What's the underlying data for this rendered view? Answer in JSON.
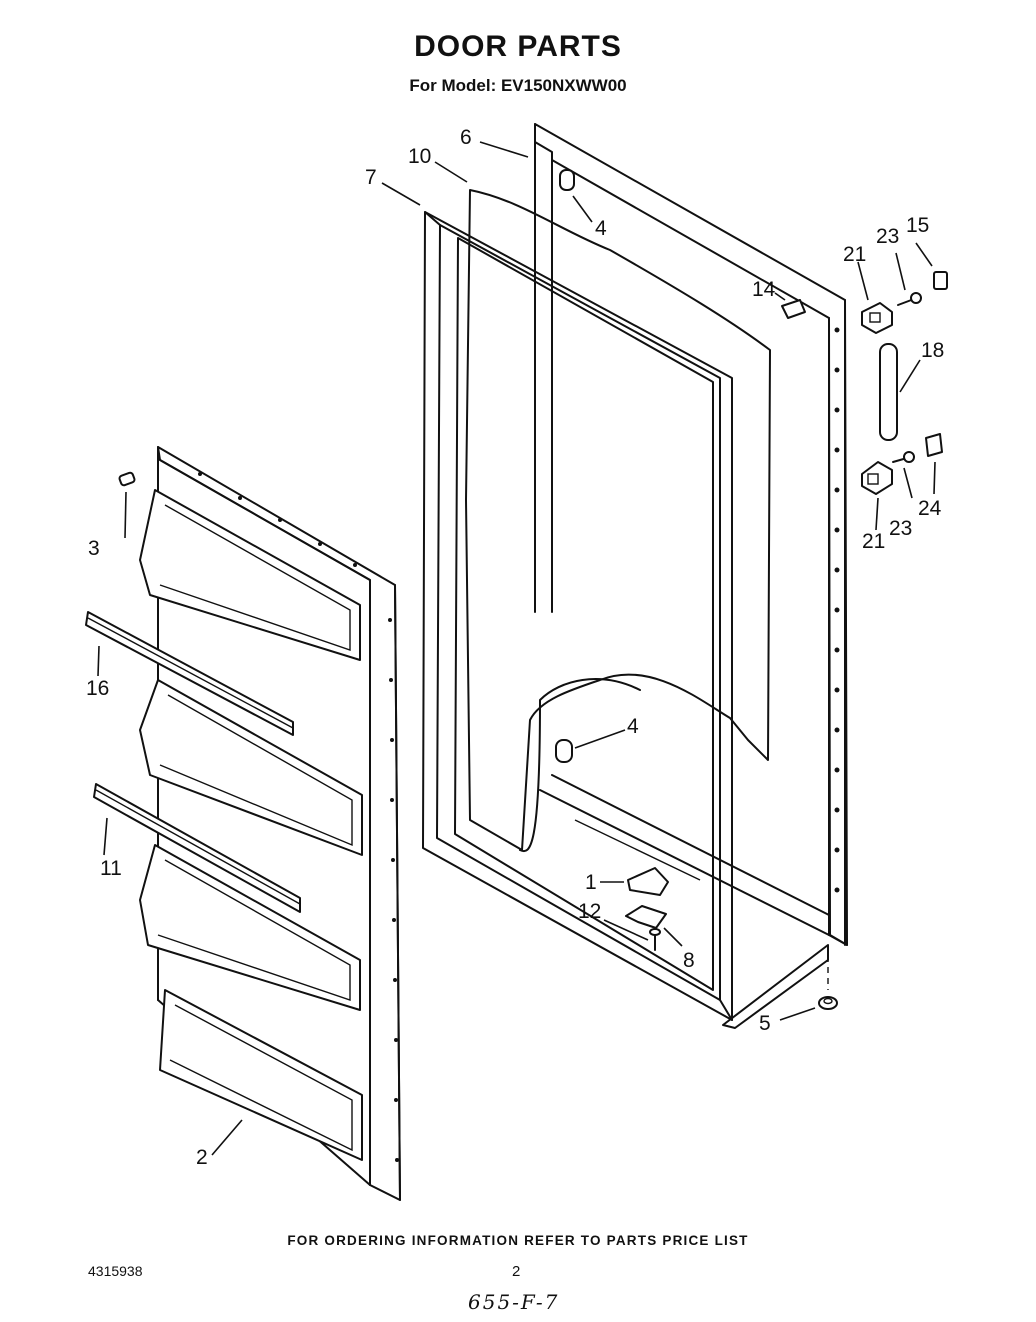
{
  "header": {
    "title": "DOOR PARTS",
    "subtitle": "For Model: EV150NXWW00"
  },
  "callouts": [
    {
      "id": "callout-1",
      "label": "1",
      "part": "part-1"
    },
    {
      "id": "callout-2",
      "label": "2",
      "part": "door-liner"
    },
    {
      "id": "callout-3",
      "label": "3",
      "part": "part-3"
    },
    {
      "id": "callout-4a",
      "label": "4",
      "part": "part-4-upper"
    },
    {
      "id": "callout-4b",
      "label": "4",
      "part": "part-4-lower"
    },
    {
      "id": "callout-5",
      "label": "5",
      "part": "part-5"
    },
    {
      "id": "callout-6",
      "label": "6",
      "part": "outer-door-panel"
    },
    {
      "id": "callout-7",
      "label": "7",
      "part": "door-gasket"
    },
    {
      "id": "callout-8",
      "label": "8",
      "part": "part-8"
    },
    {
      "id": "callout-10",
      "label": "10",
      "part": "foam-insulation"
    },
    {
      "id": "callout-11",
      "label": "11",
      "part": "shelf-bar-lower"
    },
    {
      "id": "callout-12",
      "label": "12",
      "part": "screw-12"
    },
    {
      "id": "callout-14",
      "label": "14",
      "part": "part-14"
    },
    {
      "id": "callout-15",
      "label": "15",
      "part": "part-15"
    },
    {
      "id": "callout-16",
      "label": "16",
      "part": "shelf-bar-upper"
    },
    {
      "id": "callout-18",
      "label": "18",
      "part": "handle-rod"
    },
    {
      "id": "callout-21a",
      "label": "21",
      "part": "handle-bracket-upper"
    },
    {
      "id": "callout-21b",
      "label": "21",
      "part": "handle-bracket-lower"
    },
    {
      "id": "callout-23a",
      "label": "23",
      "part": "screw-23-upper"
    },
    {
      "id": "callout-23b",
      "label": "23",
      "part": "screw-23-lower"
    },
    {
      "id": "callout-24",
      "label": "24",
      "part": "part-24"
    }
  ],
  "footer": {
    "ordering_note": "FOR ORDERING INFORMATION REFER TO PARTS PRICE LIST",
    "document_number": "4315938",
    "page_number": "2",
    "handwritten_note": "655-F-7"
  }
}
